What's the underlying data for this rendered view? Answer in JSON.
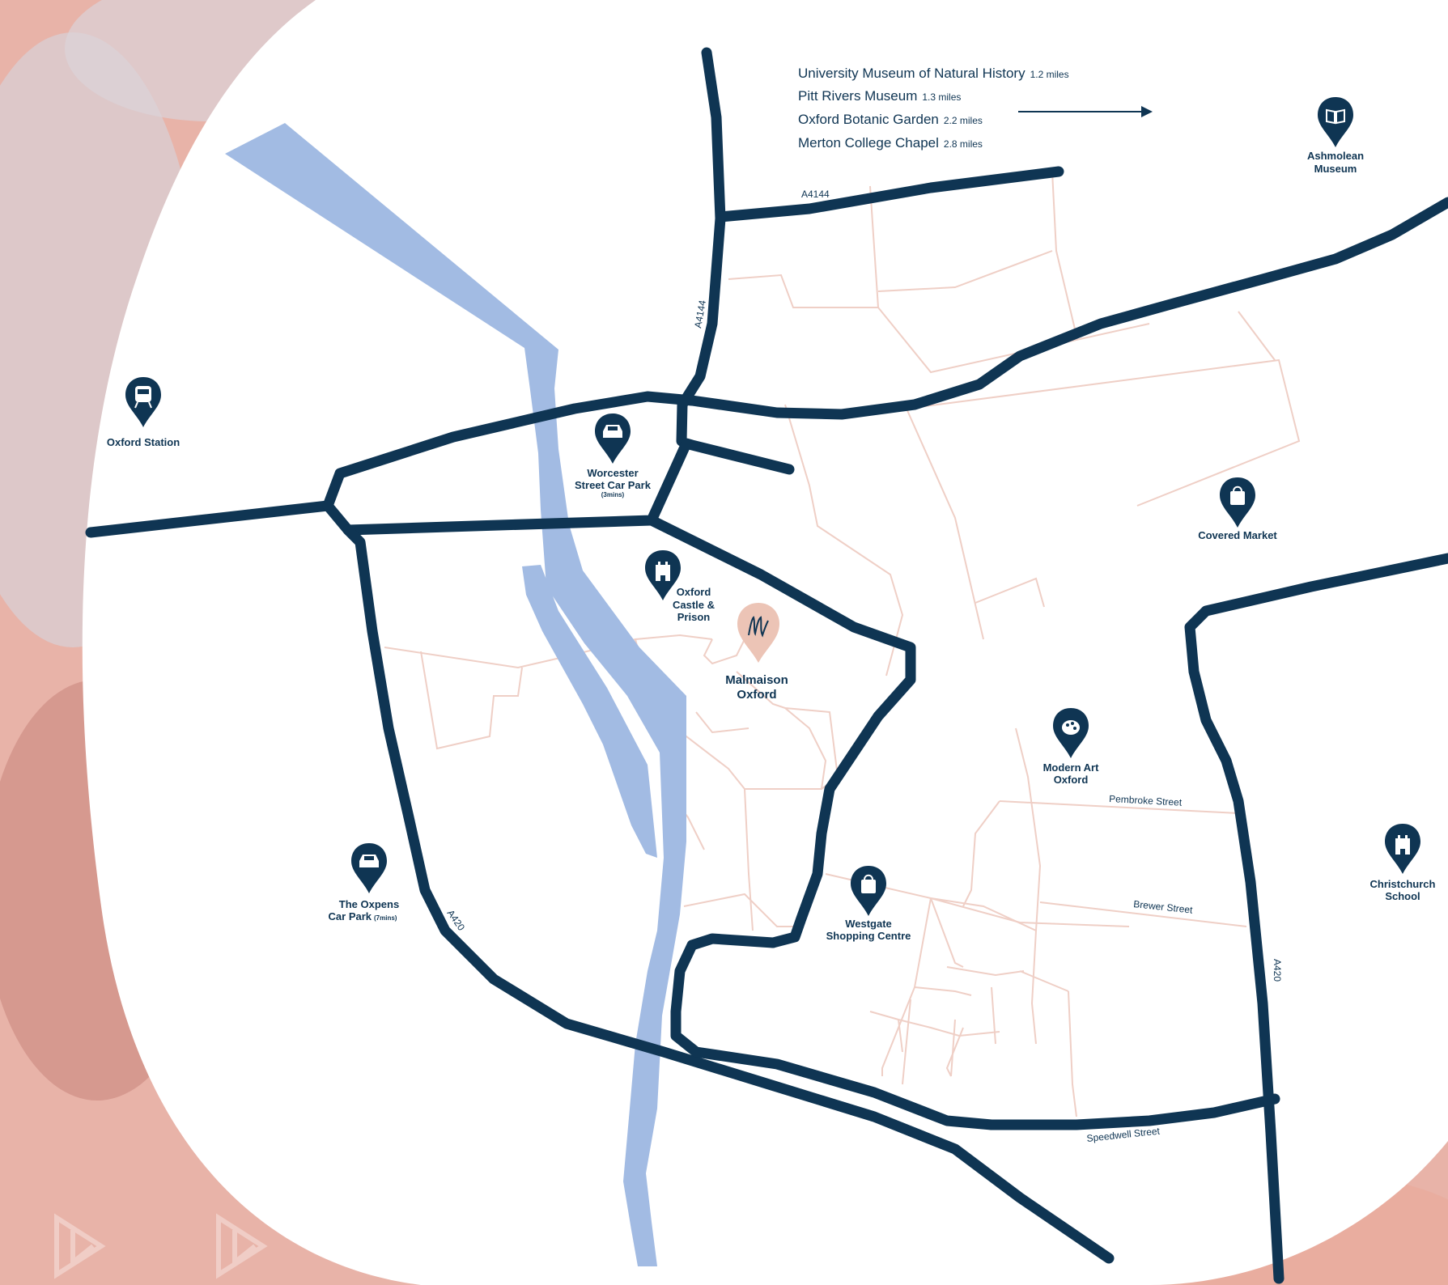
{
  "colors": {
    "background": "#e8b3a8",
    "land": "#ffffff",
    "main_road": "#0f3553",
    "minor_road": "#efcfc6",
    "river": "#a2bbe3",
    "pin": "#0f3553",
    "hotel_pin": "#ecc4b6"
  },
  "nearby_list": [
    {
      "name": "University Museum of Natural History",
      "distance": "1.2 miles"
    },
    {
      "name": "Pitt Rivers Museum",
      "distance": "1.3 miles"
    },
    {
      "name": "Oxford Botanic Garden",
      "distance": "2.2 miles"
    },
    {
      "name": "Merton College Chapel",
      "distance": "2.8 miles"
    }
  ],
  "road_labels": {
    "a4144_top": "A4144",
    "a4144_vertical": "A4144",
    "a420_left": "A420",
    "a420_right": "A420"
  },
  "street_labels": {
    "pembroke": "Pembroke Street",
    "brewer": "Brewer Street",
    "speedwell": "Speedwell Street"
  },
  "pois": {
    "ashmolean": {
      "line1": "Ashmolean",
      "line2": "Museum",
      "icon": "book-icon"
    },
    "oxford_station": {
      "line1": "Oxford Station",
      "icon": "train-icon"
    },
    "worcester": {
      "line1": "Worcester",
      "line2": "Street Car Park",
      "line3": "(3mins)",
      "icon": "car-icon"
    },
    "castle": {
      "line1": "Oxford",
      "line2": "Castle &",
      "line3": "Prison",
      "icon": "castle-icon"
    },
    "hotel": {
      "line1": "Malmaison",
      "line2": "Oxford",
      "icon": "malmaison-logo-icon"
    },
    "covered_market": {
      "line1": "Covered Market",
      "icon": "shopping-bag-icon"
    },
    "modern_art": {
      "line1": "Modern Art",
      "line2": "Oxford",
      "icon": "palette-icon"
    },
    "oxpens": {
      "line1": "The Oxpens",
      "line2": "Car Park",
      "line2_note": "(7mins)",
      "icon": "car-icon"
    },
    "westgate": {
      "line1": "Westgate",
      "line2": "Shopping Centre",
      "icon": "shopping-bag-icon"
    },
    "christchurch": {
      "line1": "Christchurch",
      "line2": "School",
      "icon": "castle-icon"
    }
  }
}
